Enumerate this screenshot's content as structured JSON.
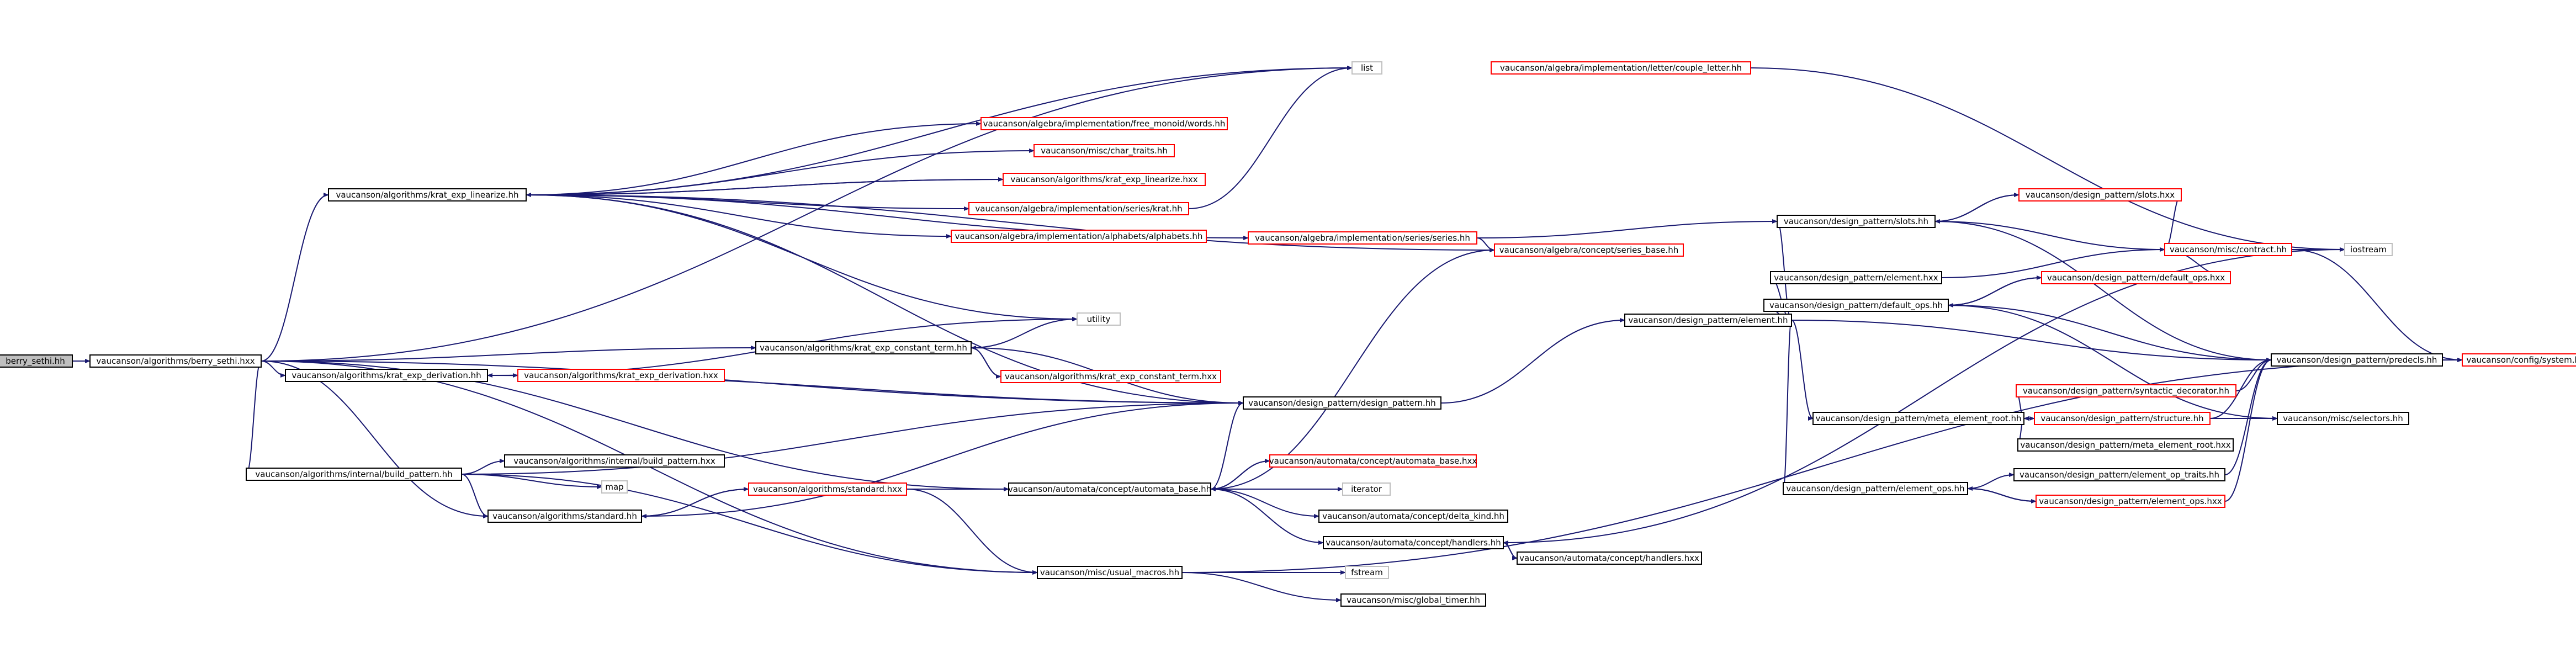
{
  "colors": {
    "edge": "#191970",
    "border_default": "#000000",
    "border_incomplete": "#ff0000",
    "border_external": "#bfbfbf",
    "root_fill": "#bfbfbf",
    "fill": "#ffffff",
    "text": "#000000"
  },
  "nodes": [
    {
      "id": "n0",
      "label": "berry_sethi.hh",
      "style": "root"
    },
    {
      "id": "n1",
      "label": "vaucanson/algorithms/berry_sethi.hxx",
      "style": "normal"
    },
    {
      "id": "n2",
      "label": "vaucanson/algorithms/krat_exp_linearize.hh",
      "style": "normal"
    },
    {
      "id": "n3",
      "label": "list",
      "style": "external"
    },
    {
      "id": "n4",
      "label": "vaucanson/algebra/implementation/letter/couple_letter.hh",
      "style": "incomplete"
    },
    {
      "id": "n5",
      "label": "vaucanson/algebra/implementation/free_monoid/words.hh",
      "style": "incomplete"
    },
    {
      "id": "n6",
      "label": "vaucanson/misc/char_traits.hh",
      "style": "incomplete"
    },
    {
      "id": "n7",
      "label": "vaucanson/algorithms/krat_exp_linearize.hxx",
      "style": "incomplete"
    },
    {
      "id": "n8",
      "label": "vaucanson/algebra/implementation/series/krat.hh",
      "style": "incomplete"
    },
    {
      "id": "n9",
      "label": "vaucanson/algebra/implementation/alphabets/alphabets.hh",
      "style": "incomplete"
    },
    {
      "id": "n10",
      "label": "vaucanson/algebra/implementation/series/series.hh",
      "style": "incomplete"
    },
    {
      "id": "n11",
      "label": "vaucanson/algebra/concept/series_base.hh",
      "style": "incomplete"
    },
    {
      "id": "n12",
      "label": "vaucanson/design_pattern/slots.hh",
      "style": "normal"
    },
    {
      "id": "n13",
      "label": "vaucanson/design_pattern/slots.hxx",
      "style": "incomplete"
    },
    {
      "id": "n14",
      "label": "vaucanson/misc/contract.hh",
      "style": "incomplete"
    },
    {
      "id": "n15",
      "label": "iostream",
      "style": "external"
    },
    {
      "id": "n16",
      "label": "vaucanson/design_pattern/element.hxx",
      "style": "normal"
    },
    {
      "id": "n17",
      "label": "vaucanson/design_pattern/default_ops.hxx",
      "style": "incomplete"
    },
    {
      "id": "n18",
      "label": "vaucanson/design_pattern/default_ops.hh",
      "style": "normal"
    },
    {
      "id": "n19",
      "label": "vaucanson/design_pattern/element.hh",
      "style": "normal"
    },
    {
      "id": "n20",
      "label": "utility",
      "style": "external"
    },
    {
      "id": "n21",
      "label": "vaucanson/algorithms/krat_exp_constant_term.hh",
      "style": "normal"
    },
    {
      "id": "n22",
      "label": "vaucanson/algorithms/krat_exp_constant_term.hxx",
      "style": "incomplete"
    },
    {
      "id": "n23",
      "label": "vaucanson/algorithms/krat_exp_derivation.hh",
      "style": "normal"
    },
    {
      "id": "n24",
      "label": "vaucanson/algorithms/krat_exp_derivation.hxx",
      "style": "incomplete"
    },
    {
      "id": "n25",
      "label": "vaucanson/design_pattern/design_pattern.hh",
      "style": "normal"
    },
    {
      "id": "n26",
      "label": "vaucanson/design_pattern/predecls.hh",
      "style": "normal"
    },
    {
      "id": "n27",
      "label": "vaucanson/config/system.hh",
      "style": "incomplete"
    },
    {
      "id": "n28",
      "label": "vaucanson/design_pattern/syntactic_decorator.hh",
      "style": "incomplete"
    },
    {
      "id": "n29",
      "label": "vaucanson/design_pattern/meta_element_root.hh",
      "style": "normal"
    },
    {
      "id": "n30",
      "label": "vaucanson/design_pattern/structure.hh",
      "style": "incomplete"
    },
    {
      "id": "n31",
      "label": "vaucanson/misc/selectors.hh",
      "style": "normal"
    },
    {
      "id": "n32",
      "label": "vaucanson/design_pattern/meta_element_root.hxx",
      "style": "normal"
    },
    {
      "id": "n33",
      "label": "vaucanson/algorithms/internal/build_pattern.hxx",
      "style": "normal"
    },
    {
      "id": "n34",
      "label": "vaucanson/algorithms/internal/build_pattern.hh",
      "style": "normal"
    },
    {
      "id": "n35",
      "label": "map",
      "style": "external"
    },
    {
      "id": "n36",
      "label": "vaucanson/automata/concept/automata_base.hxx",
      "style": "incomplete"
    },
    {
      "id": "n37",
      "label": "vaucanson/algorithms/standard.hxx",
      "style": "incomplete"
    },
    {
      "id": "n38",
      "label": "vaucanson/automata/concept/automata_base.hh",
      "style": "normal"
    },
    {
      "id": "n39",
      "label": "iterator",
      "style": "external"
    },
    {
      "id": "n40",
      "label": "vaucanson/algorithms/standard.hh",
      "style": "normal"
    },
    {
      "id": "n41",
      "label": "vaucanson/automata/concept/delta_kind.hh",
      "style": "normal"
    },
    {
      "id": "n42",
      "label": "vaucanson/design_pattern/element_op_traits.hh",
      "style": "normal"
    },
    {
      "id": "n43",
      "label": "vaucanson/design_pattern/element_ops.hh",
      "style": "normal"
    },
    {
      "id": "n44",
      "label": "vaucanson/design_pattern/element_ops.hxx",
      "style": "incomplete"
    },
    {
      "id": "n45",
      "label": "vaucanson/automata/concept/handlers.hh",
      "style": "normal"
    },
    {
      "id": "n46",
      "label": "vaucanson/automata/concept/handlers.hxx",
      "style": "normal"
    },
    {
      "id": "n47",
      "label": "vaucanson/misc/usual_macros.hh",
      "style": "normal"
    },
    {
      "id": "n48",
      "label": "fstream",
      "style": "external"
    },
    {
      "id": "n49",
      "label": "vaucanson/misc/global_timer.hh",
      "style": "normal"
    }
  ],
  "edges": [
    [
      "n0",
      "n1"
    ],
    [
      "n1",
      "n2"
    ],
    [
      "n1",
      "n3"
    ],
    [
      "n1",
      "n21"
    ],
    [
      "n1",
      "n23"
    ],
    [
      "n1",
      "n25"
    ],
    [
      "n1",
      "n34"
    ],
    [
      "n1",
      "n38"
    ],
    [
      "n1",
      "n40"
    ],
    [
      "n1",
      "n47"
    ],
    [
      "n2",
      "n3"
    ],
    [
      "n2",
      "n5"
    ],
    [
      "n2",
      "n6"
    ],
    [
      "n2",
      "n7"
    ],
    [
      "n2",
      "n8"
    ],
    [
      "n2",
      "n9"
    ],
    [
      "n2",
      "n10"
    ],
    [
      "n2",
      "n11"
    ],
    [
      "n2",
      "n20"
    ],
    [
      "n2",
      "n25"
    ],
    [
      "n4",
      "n15"
    ],
    [
      "n7",
      "n2"
    ],
    [
      "n8",
      "n3"
    ],
    [
      "n10",
      "n11"
    ],
    [
      "n10",
      "n12"
    ],
    [
      "n12",
      "n13"
    ],
    [
      "n12",
      "n14"
    ],
    [
      "n12",
      "n26"
    ],
    [
      "n13",
      "n12"
    ],
    [
      "n13",
      "n14"
    ],
    [
      "n14",
      "n15"
    ],
    [
      "n14",
      "n27"
    ],
    [
      "n16",
      "n14"
    ],
    [
      "n17",
      "n14"
    ],
    [
      "n17",
      "n18"
    ],
    [
      "n18",
      "n17"
    ],
    [
      "n18",
      "n26"
    ],
    [
      "n18",
      "n31"
    ],
    [
      "n19",
      "n12"
    ],
    [
      "n19",
      "n16"
    ],
    [
      "n19",
      "n18"
    ],
    [
      "n19",
      "n26"
    ],
    [
      "n19",
      "n29"
    ],
    [
      "n19",
      "n43"
    ],
    [
      "n21",
      "n20"
    ],
    [
      "n21",
      "n22"
    ],
    [
      "n21",
      "n25"
    ],
    [
      "n22",
      "n21"
    ],
    [
      "n23",
      "n20"
    ],
    [
      "n23",
      "n24"
    ],
    [
      "n23",
      "n25"
    ],
    [
      "n24",
      "n23"
    ],
    [
      "n25",
      "n19"
    ],
    [
      "n26",
      "n27"
    ],
    [
      "n28",
      "n26"
    ],
    [
      "n29",
      "n28"
    ],
    [
      "n29",
      "n30"
    ],
    [
      "n29",
      "n32"
    ],
    [
      "n29",
      "n31"
    ],
    [
      "n30",
      "n26"
    ],
    [
      "n30",
      "n29"
    ],
    [
      "n30",
      "n31"
    ],
    [
      "n34",
      "n33"
    ],
    [
      "n34",
      "n35"
    ],
    [
      "n34",
      "n40"
    ],
    [
      "n34",
      "n25"
    ],
    [
      "n34",
      "n47"
    ],
    [
      "n36",
      "n38"
    ],
    [
      "n37",
      "n38"
    ],
    [
      "n37",
      "n40"
    ],
    [
      "n37",
      "n47"
    ],
    [
      "n38",
      "n11"
    ],
    [
      "n38",
      "n36"
    ],
    [
      "n38",
      "n39"
    ],
    [
      "n38",
      "n41"
    ],
    [
      "n38",
      "n45"
    ],
    [
      "n38",
      "n25"
    ],
    [
      "n40",
      "n37"
    ],
    [
      "n40",
      "n25"
    ],
    [
      "n42",
      "n26"
    ],
    [
      "n43",
      "n42"
    ],
    [
      "n43",
      "n44"
    ],
    [
      "n44",
      "n43"
    ],
    [
      "n44",
      "n26"
    ],
    [
      "n45",
      "n46"
    ],
    [
      "n45",
      "n15"
    ],
    [
      "n46",
      "n45"
    ],
    [
      "n47",
      "n48"
    ],
    [
      "n47",
      "n49"
    ],
    [
      "n47",
      "n27"
    ]
  ]
}
